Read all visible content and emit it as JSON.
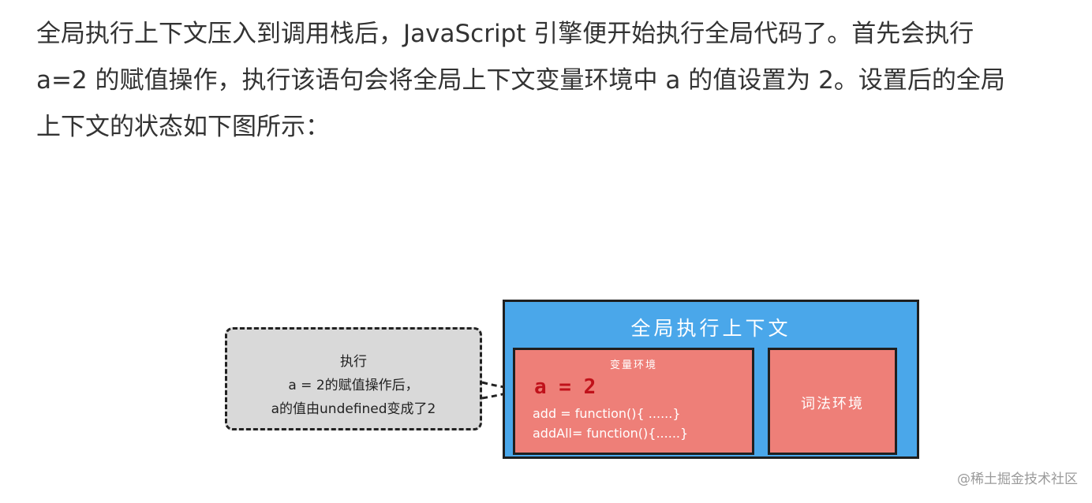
{
  "article": {
    "line1": "全局执行上下文压入到调用栈后，JavaScript 引擎便开始执行全局代码了。首先会执行",
    "line2": "a=2 的赋值操作，执行该语句会将全局上下文变量环境中 a 的值设置为 2。设置后的全局",
    "line3": "上下文的状态如下图所示："
  },
  "diagram": {
    "note": {
      "line1": "执行",
      "line2": "a = 2的赋值操作后，",
      "line3": "a的值由undefined变成了2"
    },
    "global_context": {
      "title": "全局执行上下文",
      "variable_environment": {
        "title": "变量环境",
        "a_value": "a = 2",
        "add": "add = function(){ ......}",
        "addAll": "addAll= function(){......}"
      },
      "lexical_environment": {
        "title": "词法环境"
      }
    },
    "colors": {
      "global_context_bg": "#4aa7ea",
      "environment_bg": "#ee7f78",
      "note_bg": "#d9d9d9",
      "highlight_text": "#c0111a"
    }
  },
  "watermark": "@稀土掘金技术社区"
}
